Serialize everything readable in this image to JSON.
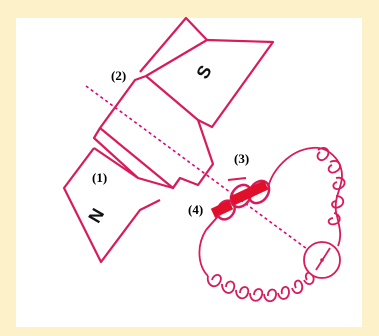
{
  "labels": {
    "pole_s": "S",
    "pole_n": "N",
    "label_1": "(1)",
    "label_2": "(2)",
    "label_3": "(3)",
    "label_4": "(4)"
  },
  "colors": {
    "background": "#FDF1C9",
    "panel": "#FFFFFF",
    "magnet_stroke": "#D81B5A",
    "axis_dash": "#E0007A",
    "coil_stroke": "#D81B5A",
    "terminal_fill": "#E0102A",
    "text": "#000000"
  }
}
